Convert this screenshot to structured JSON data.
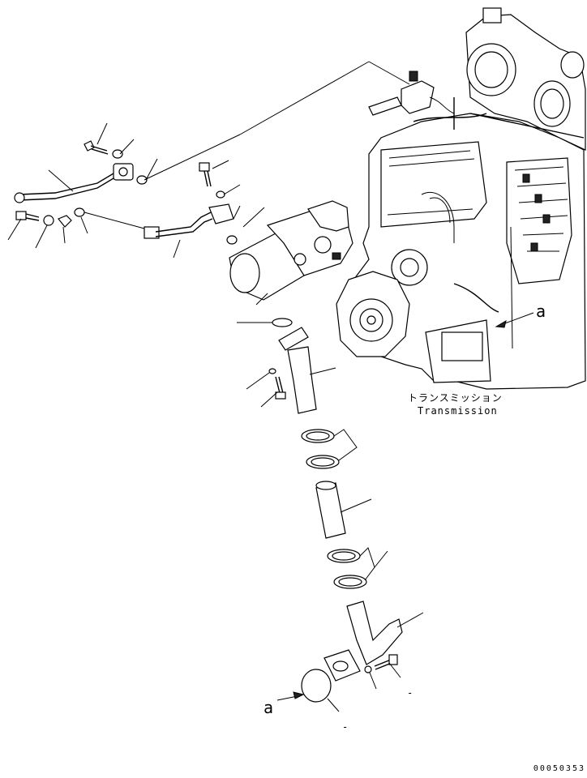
{
  "diagram": {
    "transmission_label_jp": "トランスミッション",
    "transmission_label_en": "Transmission",
    "ref_top": "a",
    "ref_bottom": "a",
    "dash_right": "-",
    "dash_bottom": "-",
    "figure_number": "00050353"
  }
}
